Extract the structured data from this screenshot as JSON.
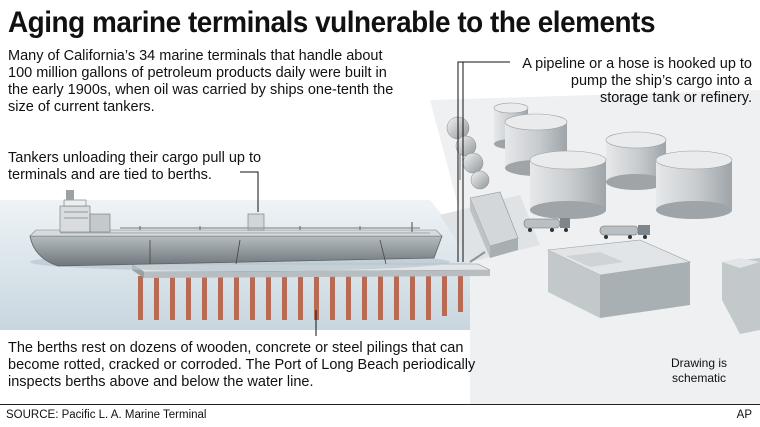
{
  "title": "Aging marine terminals vulnerable to the elements",
  "callouts": {
    "intro": "Many of California’s 34 marine terminals that handle about 100 million gallons of petroleum products daily were built in the early 1900s, when oil was carried by ships one-tenth the size of current tankers.",
    "pipeline": "A pipeline or a hose is hooked up to pump the ship’s cargo into a storage tank or refinery.",
    "tankers": "Tankers unloading their cargo pull up to terminals and are tied to berths.",
    "berths": "The berths rest on dozens of wooden, concrete or steel pilings that can become rotted, cracked or corroded. The Port of Long Beach periodically inspects berths above and below the water line.",
    "schematic_note": "Drawing is schematic"
  },
  "footer": {
    "source": "SOURCE: Pacific L. A. Marine Terminal",
    "credit": "AP"
  },
  "colors": {
    "water": "#d9e4ea",
    "hull": "#9aa3a8",
    "piling": "#b86a52",
    "dock": "#cfd3d6",
    "tank": "#c9cdd0"
  }
}
